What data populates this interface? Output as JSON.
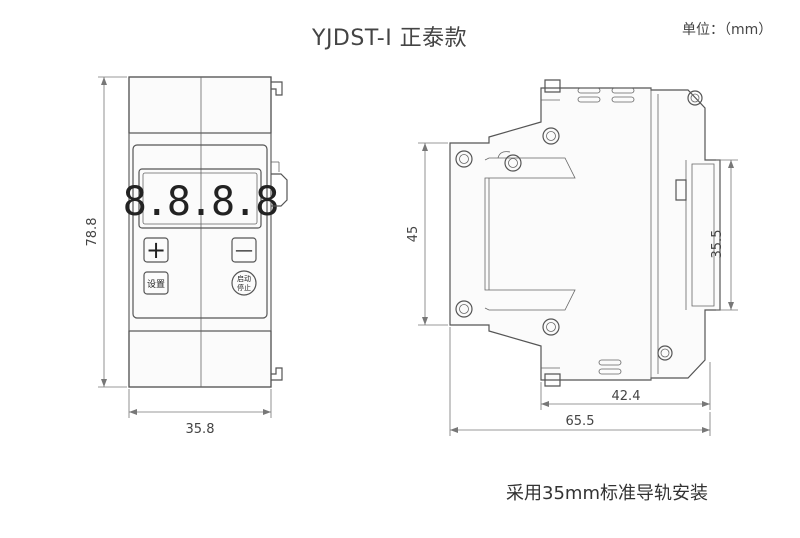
{
  "title": "YJDST-I 正泰款",
  "unit": "单位：（mm）",
  "note": "采用35mm标准导轨安装",
  "front": {
    "display": "8.8.8.8",
    "plus": "+",
    "minus": "—",
    "set_label": "设置",
    "start_line1": "启动",
    "start_line2": "停止",
    "dim_height": "78.8",
    "dim_width": "35.8"
  },
  "side": {
    "dim_45": "45",
    "dim_35_5": "35.5",
    "dim_42_4": "42.4",
    "dim_65_5": "65.5"
  }
}
